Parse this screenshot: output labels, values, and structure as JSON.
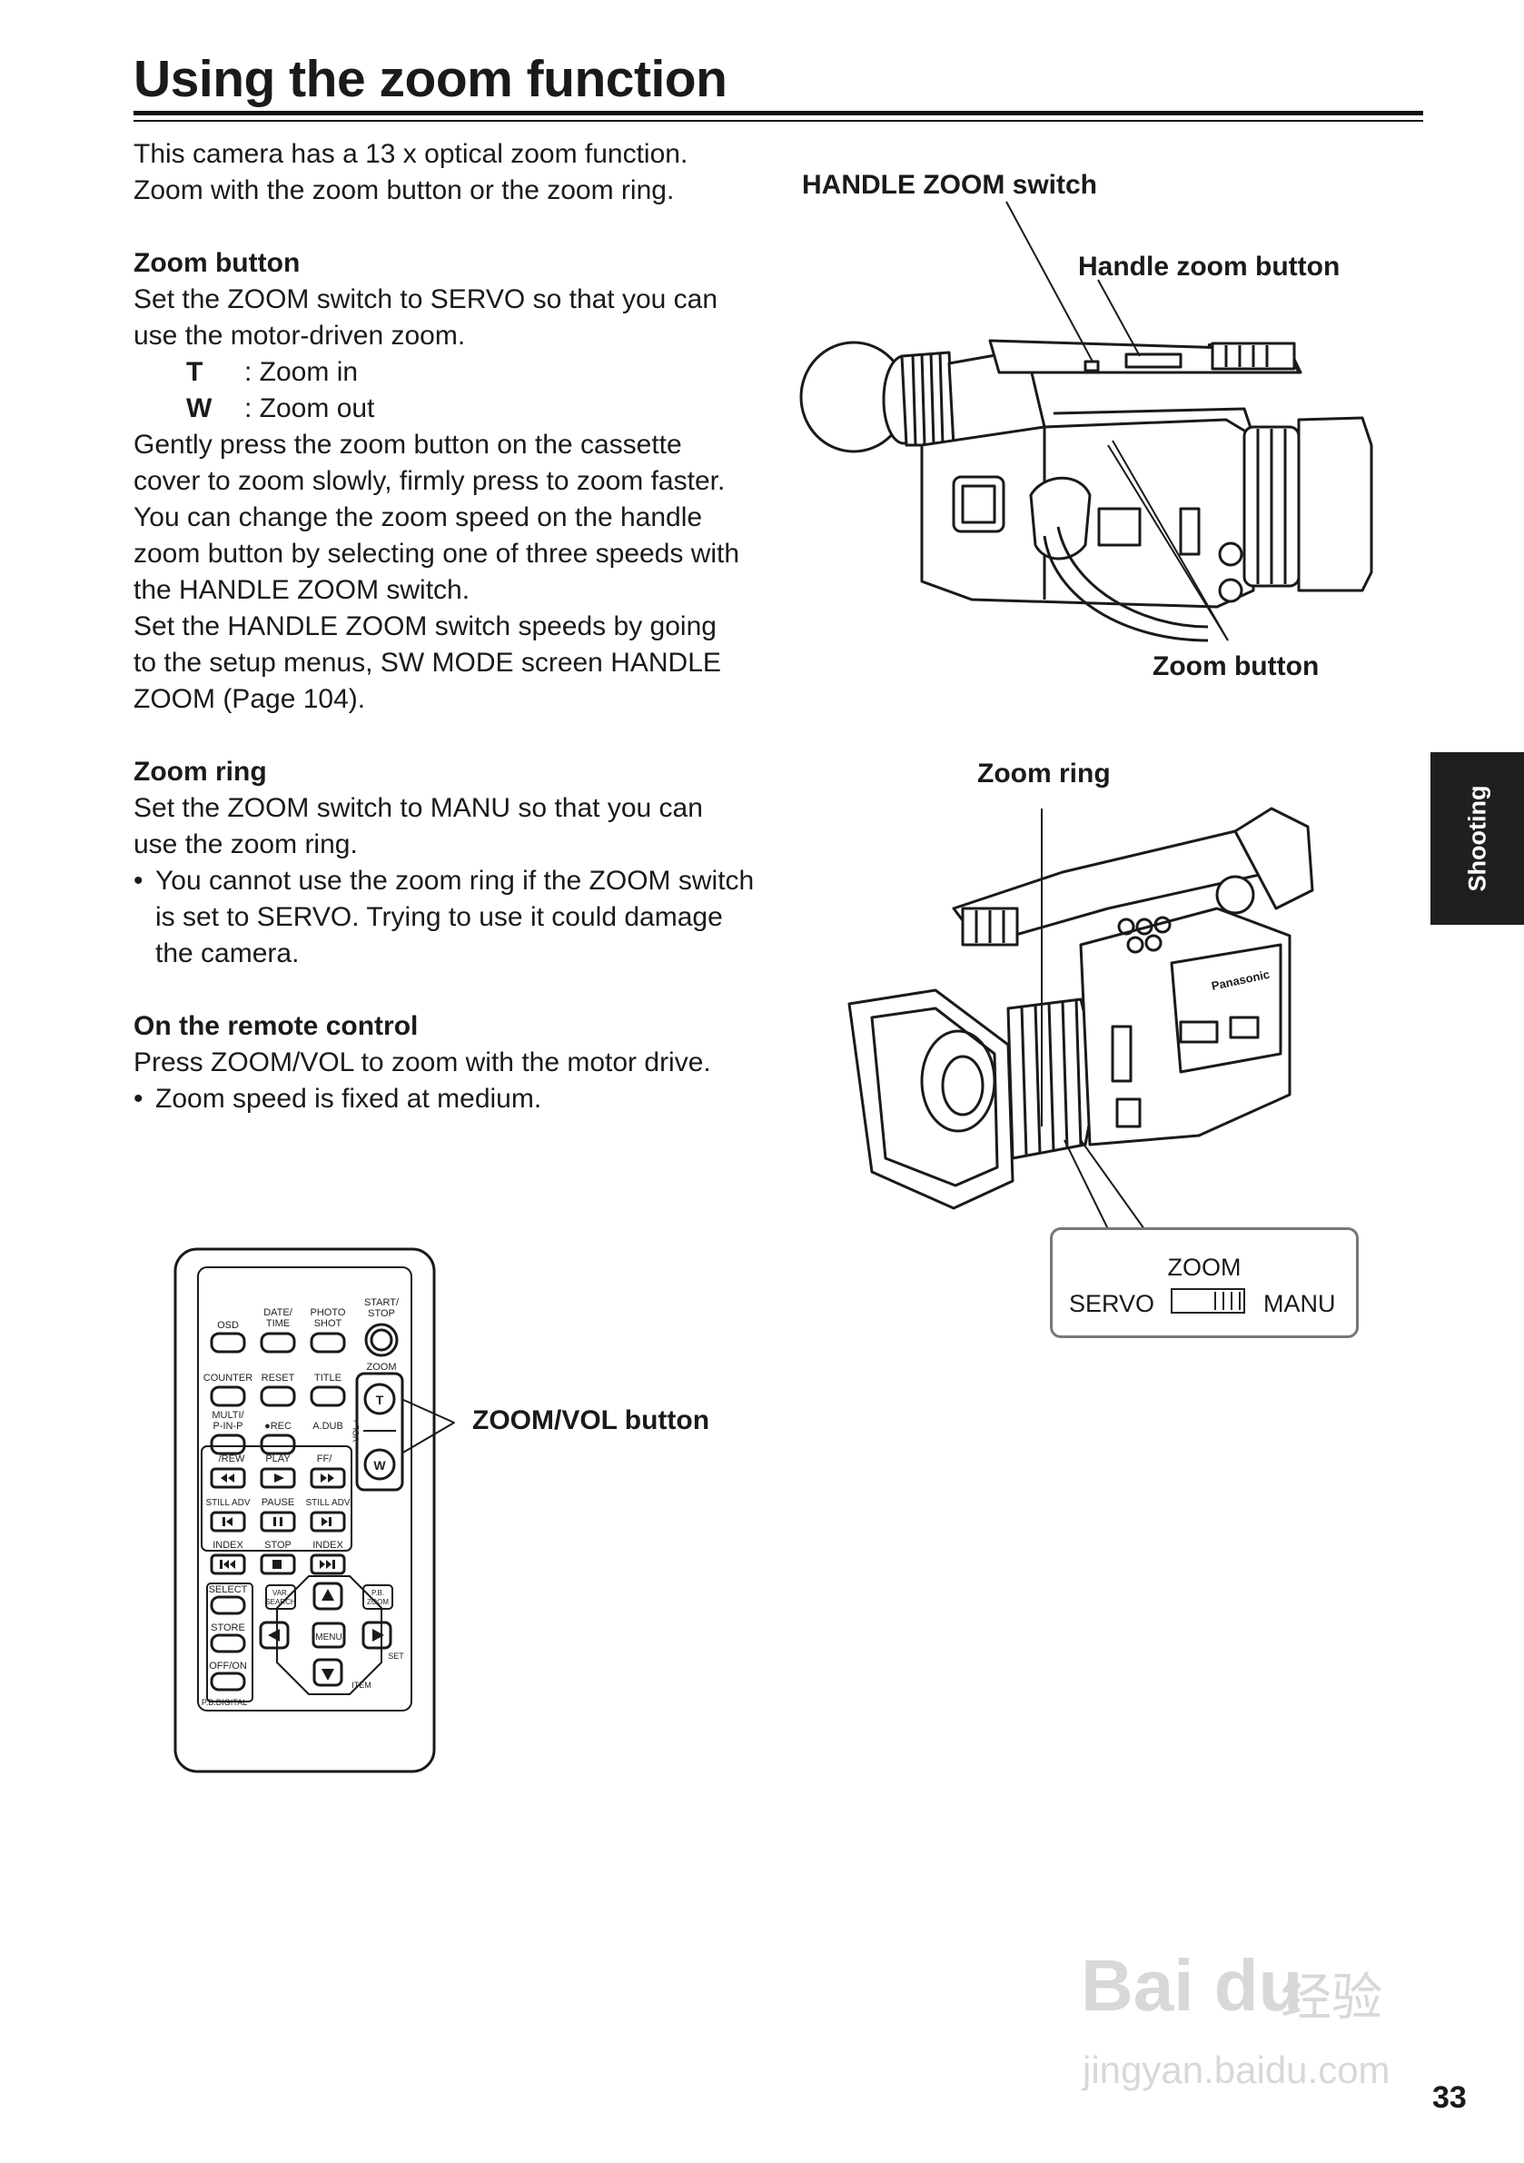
{
  "page": {
    "title": "Using the zoom function",
    "page_number": "33",
    "side_tab": "Shooting"
  },
  "intro": [
    "This camera has a 13 x optical zoom function.",
    "Zoom with the zoom button or the zoom ring."
  ],
  "zoom_button_section": {
    "heading": "Zoom button",
    "lines_before": [
      "Set the ZOOM switch to SERVO so that you can",
      "use the motor-driven zoom."
    ],
    "keys": [
      {
        "key": "T",
        "desc": ": Zoom in"
      },
      {
        "key": "W",
        "desc": ": Zoom out"
      }
    ],
    "lines_after": [
      "Gently press the zoom button on the cassette",
      "cover to zoom slowly, firmly press to zoom faster.",
      "You can change the zoom speed on the handle",
      "zoom button by selecting one of three speeds with",
      "the HANDLE ZOOM switch.",
      "Set the HANDLE ZOOM switch speeds by going",
      "to the setup menus, SW MODE screen HANDLE",
      "ZOOM (Page 104)."
    ]
  },
  "zoom_ring_section": {
    "heading": "Zoom ring",
    "lines": [
      "Set the ZOOM switch to MANU so that you can",
      "use the zoom ring."
    ],
    "bullet_lines": [
      "You cannot use the zoom ring if the ZOOM switch",
      "is set to SERVO. Trying to use it could damage",
      "the camera."
    ]
  },
  "remote_section": {
    "heading": "On the remote control",
    "lines": [
      "Press ZOOM/VOL to zoom with the motor drive."
    ],
    "bullet": "Zoom speed is fixed at medium."
  },
  "callouts": {
    "handle_zoom_switch": "HANDLE ZOOM switch",
    "handle_zoom_button": "Handle zoom button",
    "zoom_button": "Zoom button",
    "zoom_ring": "Zoom ring",
    "zoom_vol_button": "ZOOM/VOL button"
  },
  "zoom_switch": {
    "title": "ZOOM",
    "left": "SERVO",
    "right": "MANU"
  },
  "remote_labels": {
    "osd": "OSD",
    "date_time": [
      "DATE/",
      "TIME"
    ],
    "photo_shot": [
      "PHOTO",
      "SHOT"
    ],
    "start_stop": [
      "START/",
      "STOP"
    ],
    "counter": "COUNTER",
    "reset": "RESET",
    "title": "TITLE",
    "zoom": "ZOOM",
    "multi_pinp": [
      "MULTI/",
      "P-IN-P"
    ],
    "rec": "●REC",
    "adub": "A.DUB",
    "vol": "– VOL +",
    "t": "T",
    "w": "W",
    "rew": "/REW",
    "play": "PLAY",
    "ff": "FF/",
    "still_adv_l": "STILL ADV",
    "pause": "PAUSE",
    "still_adv_r": "STILL ADV",
    "index_l": "INDEX",
    "stop": "STOP",
    "index_r": "INDEX",
    "select": "SELECT",
    "var_search": [
      "VAR.",
      "SEARCH"
    ],
    "pb_zoom": [
      "P.B.",
      "ZOOM"
    ],
    "store": "STORE",
    "menu": "MENU",
    "set": "SET",
    "off_on": "OFF/ON",
    "item": "ITEM",
    "pb_digital": "P.B.DIGITAL"
  },
  "camera_brand": "Panasonic",
  "watermark": {
    "logo": "Bai du",
    "suffix": "经验",
    "url": "jingyan.baidu.com"
  },
  "colors": {
    "ink": "#1a1a1a",
    "tab_bg": "#1f1f1f",
    "box_border": "#777777"
  }
}
